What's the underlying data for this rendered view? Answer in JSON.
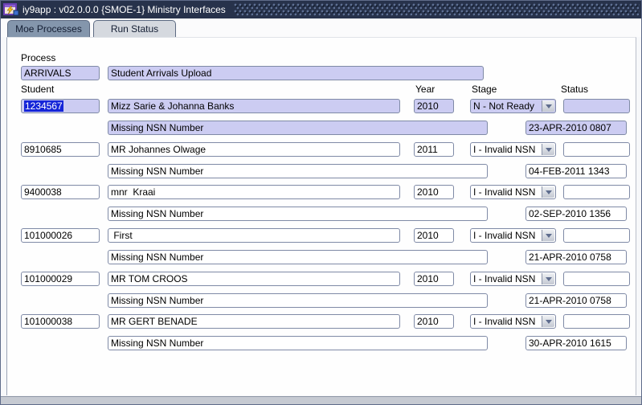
{
  "window": {
    "title": "iy9app : v02.0.0.0 {SMOE-1} Ministry Interfaces",
    "colors": {
      "titlebar": "#27324b",
      "tab_inactive": "#8496ac",
      "tab_active": "#d5d9df",
      "field_highlight": "#ccccf2",
      "selection_bg": "#1525d8",
      "selection_text": "#ffffff"
    }
  },
  "tabs": [
    {
      "label": "Moe Processes",
      "active": false
    },
    {
      "label": "Run Status",
      "active": true
    }
  ],
  "process": {
    "label": "Process",
    "code": "ARRIVALS",
    "description": "Student Arrivals Upload"
  },
  "columns": {
    "student": "Student",
    "year": "Year",
    "stage": "Stage",
    "status": "Status"
  },
  "rows": [
    {
      "student": "1234567",
      "name": "Mizz Sarie & Johanna Banks",
      "year": "2010",
      "stage": "N - Not Ready",
      "status": "",
      "message": "Missing NSN Number",
      "timestamp": "23-APR-2010 0807",
      "selected": true
    },
    {
      "student": "8910685",
      "name": "MR Johannes Olwage",
      "year": "2011",
      "stage": "I - Invalid NSN",
      "status": "",
      "message": "Missing NSN Number",
      "timestamp": "04-FEB-2011 1343",
      "selected": false
    },
    {
      "student": "9400038",
      "name": "mnr  Kraai",
      "year": "2010",
      "stage": "I - Invalid NSN",
      "status": "",
      "message": "Missing NSN Number",
      "timestamp": "02-SEP-2010 1356",
      "selected": false
    },
    {
      "student": "101000026",
      "name": " First",
      "year": "2010",
      "stage": "I - Invalid NSN",
      "status": "",
      "message": "Missing NSN Number",
      "timestamp": "21-APR-2010 0758",
      "selected": false
    },
    {
      "student": "101000029",
      "name": "MR TOM CROOS",
      "year": "2010",
      "stage": "I - Invalid NSN",
      "status": "",
      "message": "Missing NSN Number",
      "timestamp": "21-APR-2010 0758",
      "selected": false
    },
    {
      "student": "101000038",
      "name": "MR GERT BENADE",
      "year": "2010",
      "stage": "I - Invalid NSN",
      "status": "",
      "message": "Missing NSN Number",
      "timestamp": "30-APR-2010 1615",
      "selected": false
    }
  ]
}
